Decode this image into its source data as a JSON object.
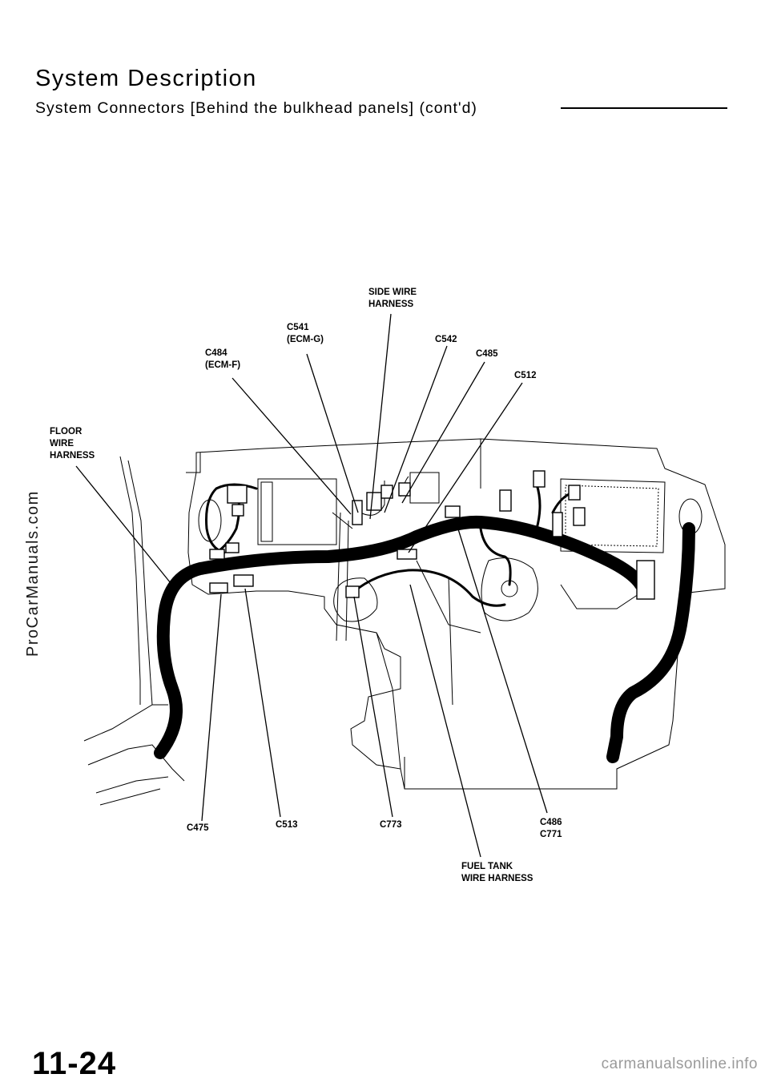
{
  "header": {
    "title": "System Description",
    "subtitle": "System Connectors [Behind the bulkhead panels] (cont'd)"
  },
  "labels": {
    "side_wire_harness_1": "SIDE WIRE",
    "side_wire_harness_2": "HARNESS",
    "c541_1": "C541",
    "c541_2": "(ECM-G)",
    "c542": "C542",
    "c484_1": "C484",
    "c484_2": "(ECM-F)",
    "c485": "C485",
    "c512": "C512",
    "floor_1": "FLOOR",
    "floor_2": "WIRE",
    "floor_3": "HARNESS",
    "c475": "C475",
    "c513": "C513",
    "c773": "C773",
    "c486": "C486",
    "c771": "C771",
    "fuel_tank_1": "FUEL TANK",
    "fuel_tank_2": "WIRE HARNESS"
  },
  "footer": {
    "page_number": "11-24",
    "watermark_side": "ProCarManuals.com",
    "watermark_bottom": "carmanualsonline.info"
  }
}
